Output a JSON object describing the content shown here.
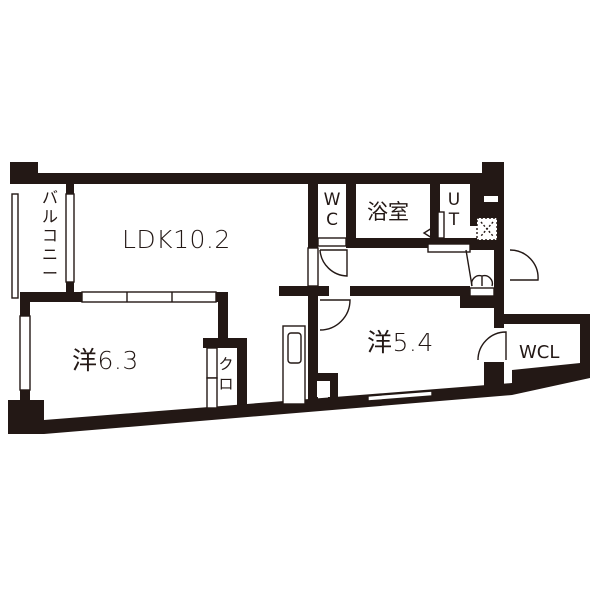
{
  "floor_plan": {
    "wall_color": "#231815",
    "background": "#ffffff",
    "rooms": {
      "ldk": {
        "label": "LDK10.2",
        "type": "Living/Dining/Kitchen",
        "size_jo": 10.2
      },
      "western_room_1": {
        "label": "洋6.3",
        "type": "Western-style room",
        "size_jo": 6.3
      },
      "western_room_2": {
        "label": "洋5.4",
        "type": "Western-style room",
        "size_jo": 5.4
      },
      "bathroom": {
        "label": "浴室",
        "type": "Bathroom"
      },
      "toilet": {
        "label_lines": [
          "W",
          "C"
        ],
        "type": "Toilet"
      },
      "utility": {
        "label_lines": [
          "U",
          "T"
        ],
        "type": "Utility"
      },
      "walk_in_closet": {
        "label": "WCL",
        "type": "Walk-in closet"
      },
      "closet": {
        "label_lines": [
          "ク",
          "ロ"
        ],
        "type": "Closet"
      },
      "balcony": {
        "label_lines": [
          "バ",
          "ル",
          "コ",
          "ニ",
          "ー"
        ],
        "type": "Balcony"
      }
    }
  }
}
